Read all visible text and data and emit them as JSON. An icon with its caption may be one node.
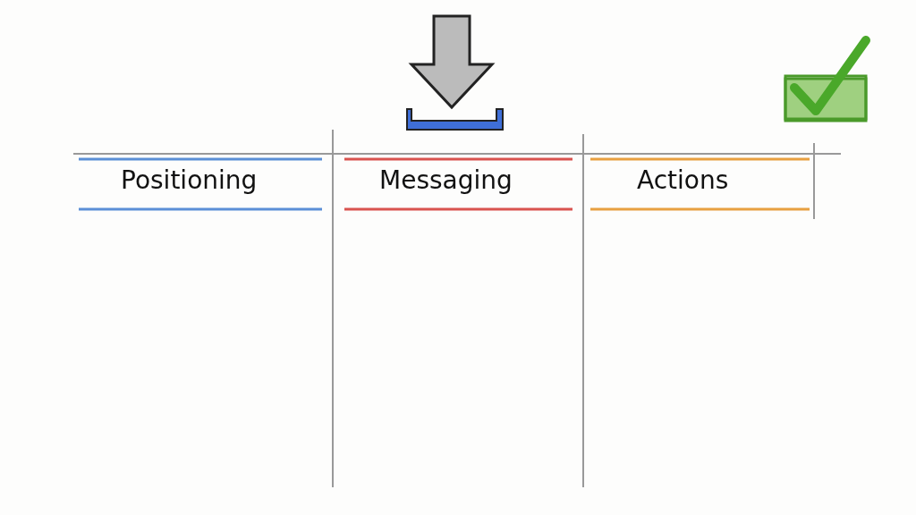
{
  "diagram": {
    "labels": [
      "Positioning",
      "Messaging",
      "Actions"
    ]
  }
}
